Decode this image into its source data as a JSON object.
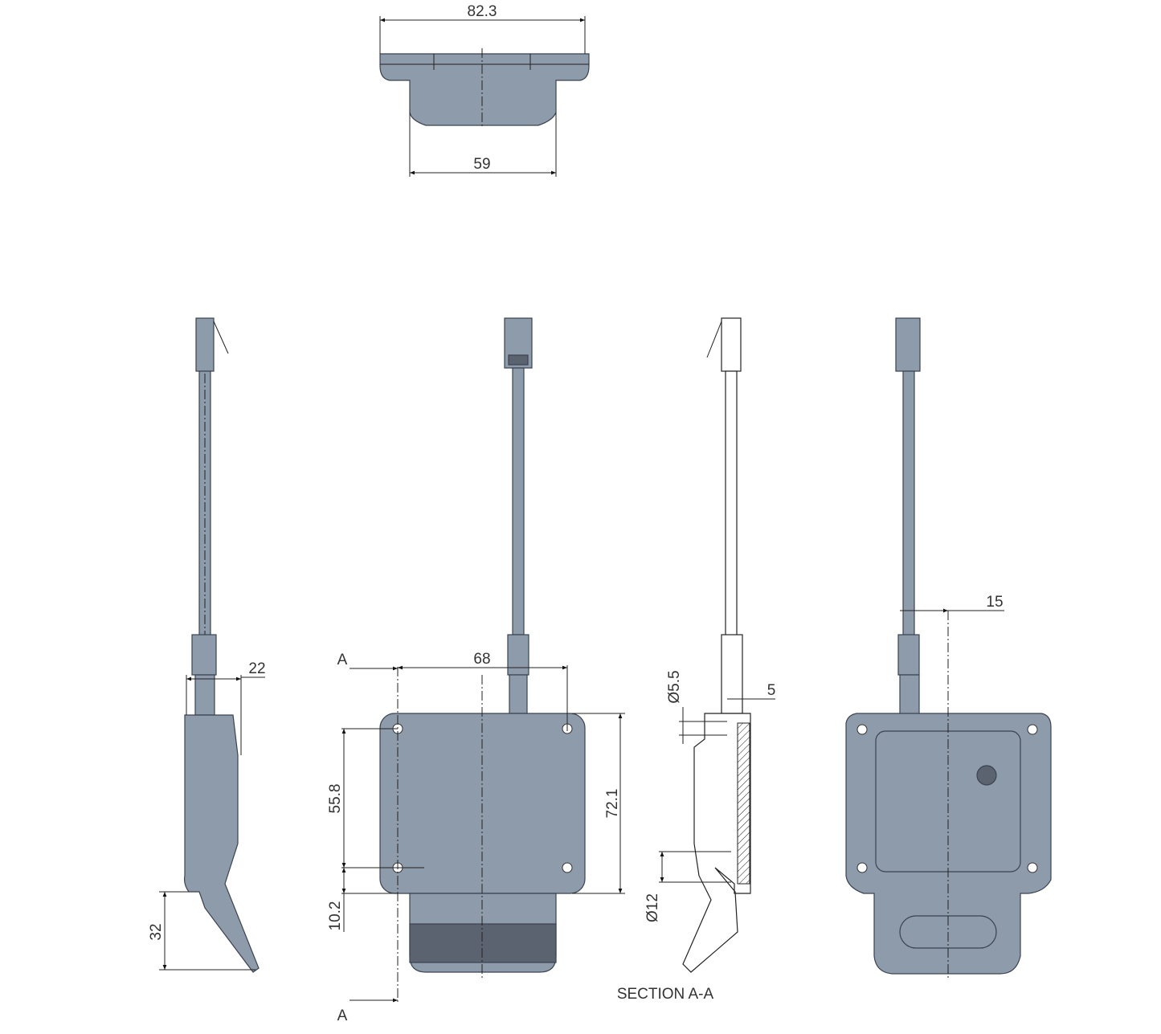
{
  "drawing": {
    "section_label": "SECTION A-A",
    "section_marker": "A"
  },
  "views": {
    "top": {
      "dims": {
        "overall_width": "82.3",
        "body_width": "59"
      }
    },
    "side_left": {
      "dims": {
        "depth": "22",
        "tab_length": "32"
      }
    },
    "front": {
      "dims": {
        "hole_spacing_h": "68",
        "hole_spacing_v": "55.8",
        "height": "72.1",
        "tab_offset": "10.2"
      }
    },
    "section": {
      "dims": {
        "dia_small": "Ø5.5",
        "wall": "5",
        "dia_large": "Ø12"
      }
    },
    "back": {
      "dims": {
        "cable_offset": "15"
      }
    }
  },
  "colors": {
    "part": "#8e9bab",
    "part_dark": "#5c6370",
    "line": "#222222"
  }
}
